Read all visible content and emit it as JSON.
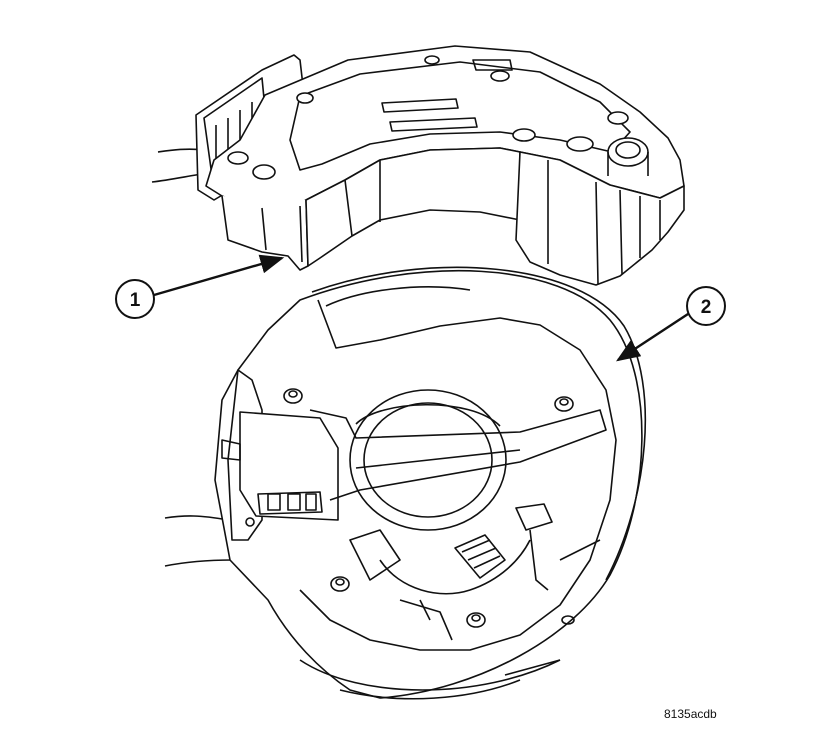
{
  "callouts": {
    "one": "1",
    "two": "2"
  },
  "figure_id": "8135acdb",
  "colors": {
    "line": "#111111",
    "background": "#ffffff"
  }
}
